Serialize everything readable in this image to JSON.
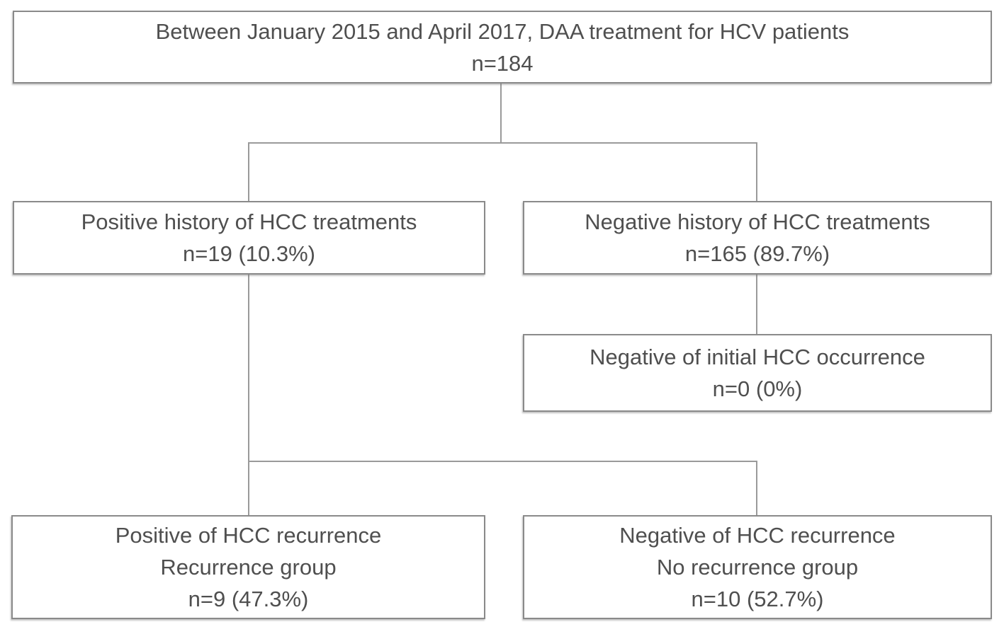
{
  "diagram": {
    "type": "flowchart",
    "colors": {
      "box_border": "#8a8a8a",
      "connector_line": "#9a9a9a",
      "text": "#4f4f4f",
      "background": "#ffffff"
    },
    "boxes": [
      {
        "id": "root",
        "lines": [
          "Between January 2015 and April 2017, DAA treatment for HCV patients",
          "n=184"
        ]
      },
      {
        "id": "positive-history",
        "lines": [
          "Positive history of HCC treatments",
          "n=19 (10.3%)"
        ]
      },
      {
        "id": "negative-history",
        "lines": [
          "Negative history of HCC treatments",
          "n=165 (89.7%)"
        ]
      },
      {
        "id": "negative-initial-occurrence",
        "lines": [
          "Negative of initial HCC occurrence",
          "n=0 (0%)"
        ]
      },
      {
        "id": "recurrence-group",
        "lines": [
          "Positive of HCC recurrence",
          "Recurrence group",
          "n=9 (47.3%)"
        ]
      },
      {
        "id": "no-recurrence-group",
        "lines": [
          "Negative of HCC recurrence",
          "No recurrence group",
          "n=10 (52.7%)"
        ]
      }
    ],
    "edges": [
      {
        "from": "root",
        "to": "positive-history"
      },
      {
        "from": "root",
        "to": "negative-history"
      },
      {
        "from": "negative-history",
        "to": "negative-initial-occurrence"
      },
      {
        "from": "positive-history",
        "to": "recurrence-group"
      },
      {
        "from": "positive-history",
        "to": "no-recurrence-group"
      }
    ]
  }
}
